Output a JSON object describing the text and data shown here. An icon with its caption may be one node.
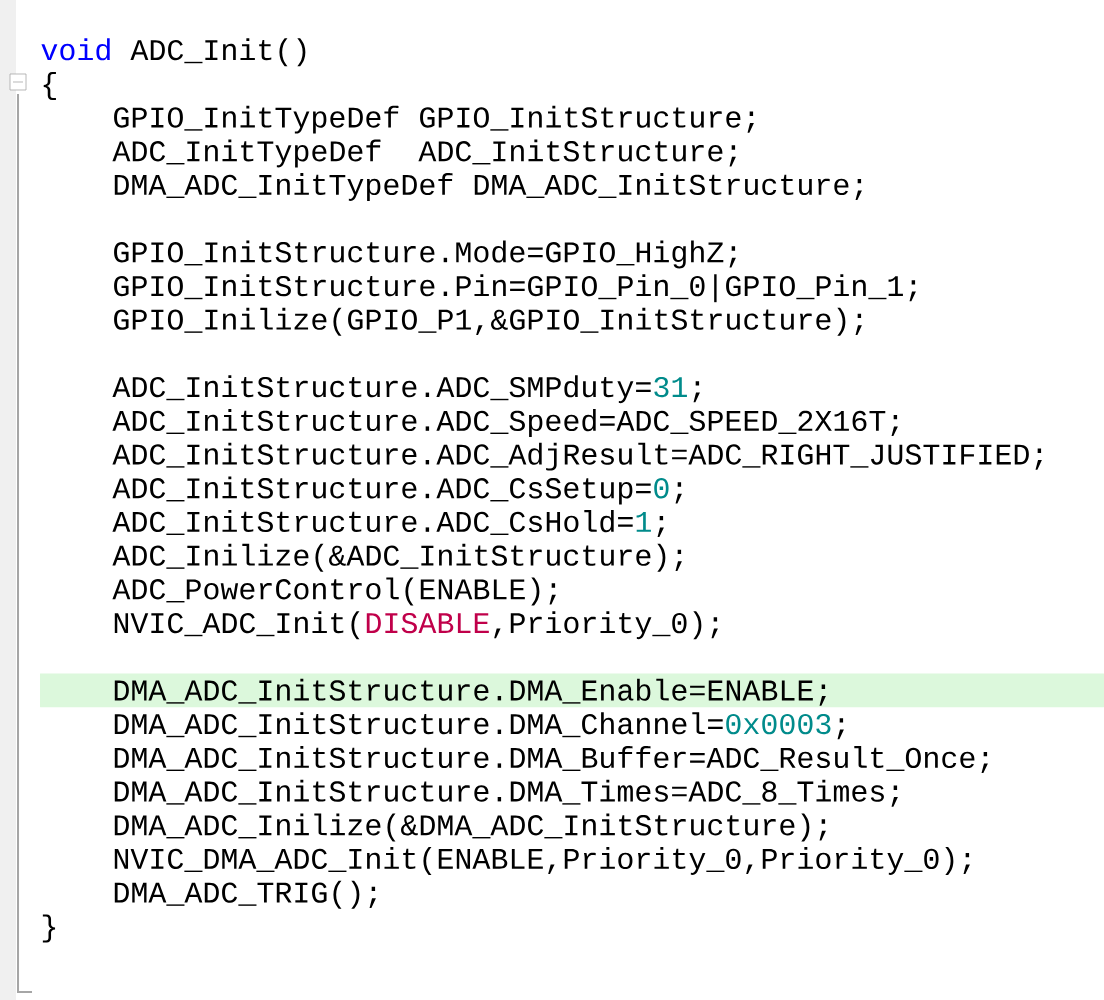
{
  "diagram": {
    "labels": [
      "void",
      "ADC_Init()",
      "{",
      "GPIO_InitTypeDef GPIO_InitStructure;",
      "ADC_InitTypeDef",
      "ADC_InitStructure;",
      "DMA_ADC_InitTypeDef DMA_ADC_InitStructure;",
      "GPIO_InitStructure.Mode=GPIO_HighZ;",
      "GPIO_InitStructure.Pin=GPIO_Pin_0|GPIO_Pin_1;",
      "GPIO_Inilize(GPIO_P1,&GPIO_InitStructure);",
      "ADC_InitStructure.ADC_SMPduty=",
      "31",
      ";",
      "ADC_InitStructure.ADC_Speed=ADC_SPEED_2X16T;",
      "ADC_InitStructure.ADC_AdjResult=ADC_RIGHT_JUSTIFIED;",
      "ADC_InitStructure.ADC_CsSetup=",
      "0",
      ";",
      "ADC_InitStructure.ADC_CsHold=",
      "1",
      ";",
      "ADC_Inilize(&ADC_InitStructure);",
      "ADC_PowerControl(ENABLE);",
      "NVIC_ADC_Init(",
      "DISABLE",
      ",Priority_0);",
      "DMA_ADC_InitStructure.DMA_Enable=ENABLE;",
      "DMA_ADC_InitStructure.DMA_Channel=",
      "0x0003",
      ";",
      "DMA_ADC_InitStructure.DMA_Buffer=ADC_Result_Once;",
      "DMA_ADC_InitStructure.DMA_Times=ADC_8_Times;",
      "DMA_ADC_Inilize(&DMA_ADC_InitStructure);",
      "NVIC_DMA_ADC_Init(ENABLE,Priority_0,Priority_0);",
      "DMA_ADC_TRIG();",
      "}"
    ]
  }
}
